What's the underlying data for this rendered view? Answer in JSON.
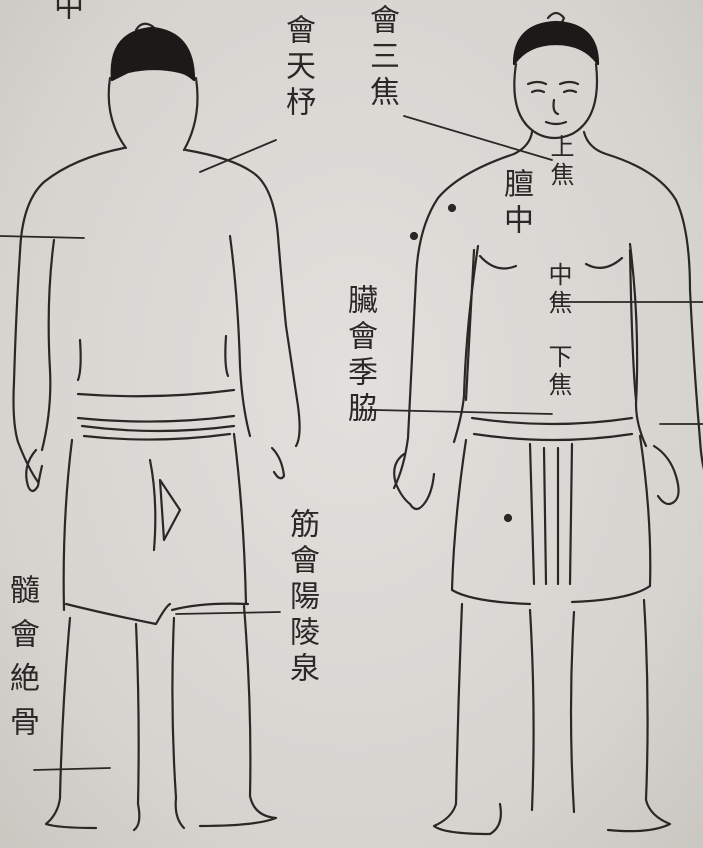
{
  "colors": {
    "paper": "#d8d6d1",
    "ink": "#2a2826",
    "hair": "#1c1a19"
  },
  "labels": {
    "top_left_fragment": "中",
    "tianzhu": "會天杼",
    "sanjiao": "會三焦",
    "shangjiao": "上焦",
    "tanzhong": "膻中",
    "zhongjiao": "中焦",
    "xiajiao": "下焦",
    "zangjili": "臟會季脇",
    "jinyangling": "筋會陽陵泉",
    "suijuegu": "髓會絶骨"
  },
  "icons": {
    "back_view": "back-view-figure-icon",
    "front_view": "front-view-figure-icon"
  }
}
